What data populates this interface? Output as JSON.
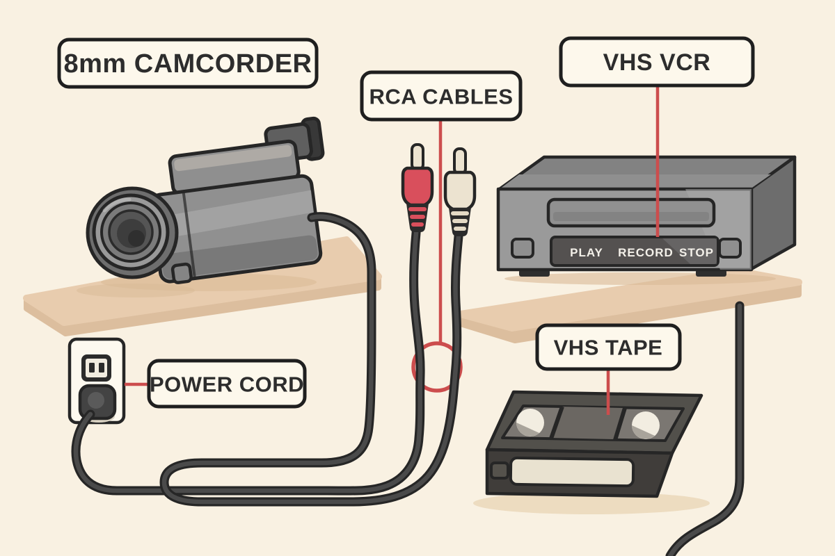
{
  "labels": {
    "camcorder": "8mm CAMCORDER",
    "rca_cables": "RCA CABLES",
    "vhs_vcr": "VHS VCR",
    "power_cord": "POWER CORD",
    "vhs_tape": "VHS TAPE"
  },
  "vcr": {
    "buttons": {
      "play": "PLAY",
      "record": "RECORD",
      "stop": "STOP"
    }
  },
  "colors": {
    "background": "#f9f1e2",
    "label_fill": "#fdf8ec",
    "label_border": "#1f1f1f",
    "annotation_red": "#cc4d4d",
    "rca_red_plug": "#d94f5c",
    "rca_white_plug": "#ece3d0",
    "shelf_tan": "#e8ccae",
    "shelf_edge_tan": "#dcbe9e",
    "cable_gray": "#4a4a4a",
    "device_gray": "#909090",
    "outline_dark": "#262626"
  }
}
